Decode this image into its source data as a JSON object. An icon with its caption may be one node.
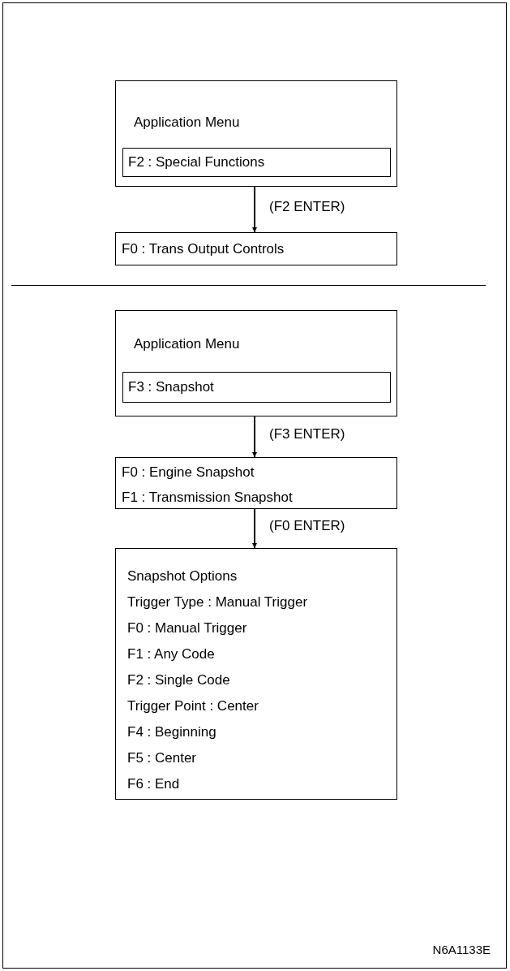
{
  "diagram": {
    "nodes": [
      {
        "text": [
          "Application Menu"
        ]
      },
      {
        "text": [
          "F2 : Special Functions"
        ],
        "in": 0
      },
      {
        "text": [
          "F0 : Trans Output Controls"
        ]
      },
      {
        "text": [
          "Application Menu"
        ]
      },
      {
        "text": [
          "F3 : Snapshot"
        ],
        "in": 3
      },
      {
        "text": [
          "F0 : Engine Snapshot",
          "F1 : Transmission Snapshot"
        ]
      },
      {
        "text": [
          "Snapshot Options",
          "Trigger Type : Manual Trigger",
          "F0 : Manual Trigger",
          "F1 : Any Code",
          "F2 : Single Code",
          "Trigger Point : Center",
          "F4 : Beginning",
          "F5 : Center",
          "F6 : End"
        ]
      }
    ],
    "edges": [
      {
        "from": 0,
        "to": 2,
        "arrow": "to",
        "label": "(F2 ENTER)"
      },
      {
        "from": 3,
        "to": 5,
        "arrow": "to",
        "label": "(F3 ENTER)"
      },
      {
        "from": 5,
        "to": 6,
        "arrow": "to",
        "label": "(F0 ENTER)"
      }
    ],
    "labels": [
      "N6A1133E"
    ]
  }
}
